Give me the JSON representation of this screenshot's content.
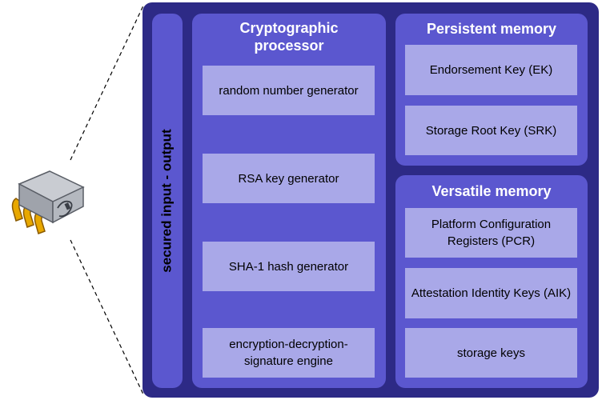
{
  "chip": {
    "icon": "chip-icon"
  },
  "io": {
    "label": "secured input - output"
  },
  "crypto": {
    "title": "Cryptographic processor",
    "items": [
      "random number generator",
      "RSA key generator",
      "SHA-1 hash generator",
      "encryption-decryption-signature engine"
    ]
  },
  "persistent": {
    "title": "Persistent memory",
    "items": [
      "Endorsement Key (EK)",
      "Storage Root Key (SRK)"
    ]
  },
  "versatile": {
    "title": "Versatile memory",
    "items": [
      "Platform Configuration Registers (PCR)",
      "Attestation Identity Keys (AIK)",
      "storage keys"
    ]
  },
  "colors": {
    "outer": "#2d2a86",
    "panel": "#5b57cf",
    "box": "#a9a8e8",
    "title": "#ffffff"
  }
}
